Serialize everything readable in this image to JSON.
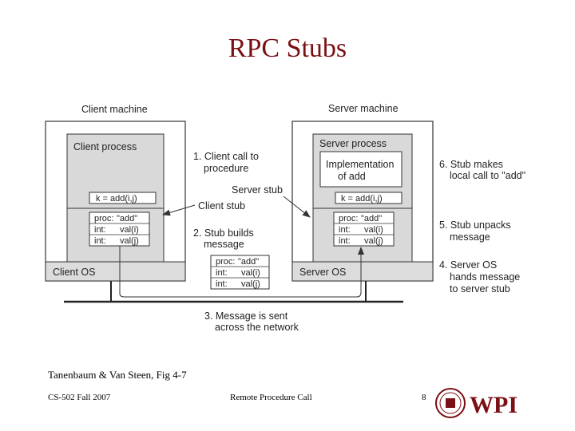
{
  "slide": {
    "title": "RPC Stubs",
    "caption": "Tanenbaum & Van Steen, Fig 4-7",
    "footer_left": "CS-502 Fall 2007",
    "footer_center": "Remote Procedure Call",
    "page_number": "8",
    "logo_text": "WPI"
  },
  "diagram": {
    "client_machine": "Client machine",
    "server_machine": "Server machine",
    "client_process": "Client process",
    "server_process": "Server process",
    "implementation_line1": "Implementation",
    "implementation_line2": "of add",
    "client_call": "k = add(i,j)",
    "server_call": "k = add(i,j)",
    "client_os": "Client OS",
    "server_os": "Server OS",
    "client_stub_label": "Client stub",
    "server_stub_label": "Server stub",
    "message_rows": [
      {
        "left": "proc:",
        "right": "\"add\""
      },
      {
        "left": "int:",
        "right": "val(i)"
      },
      {
        "left": "int:",
        "right": "val(j)"
      }
    ],
    "steps": {
      "s1_line1": "1. Client call to",
      "s1_line2": "procedure",
      "s2_line1": "2. Stub builds",
      "s2_line2": "message",
      "s3_line1": "3. Message is sent",
      "s3_line2": "across the network",
      "s4_line1": "4. Server OS",
      "s4_line2": "hands message",
      "s4_line3": "to server stub",
      "s5_line1": "5. Stub unpacks",
      "s5_line2": "message",
      "s6_line1": "6. Stub makes",
      "s6_line2": "local call to \"add\""
    }
  }
}
